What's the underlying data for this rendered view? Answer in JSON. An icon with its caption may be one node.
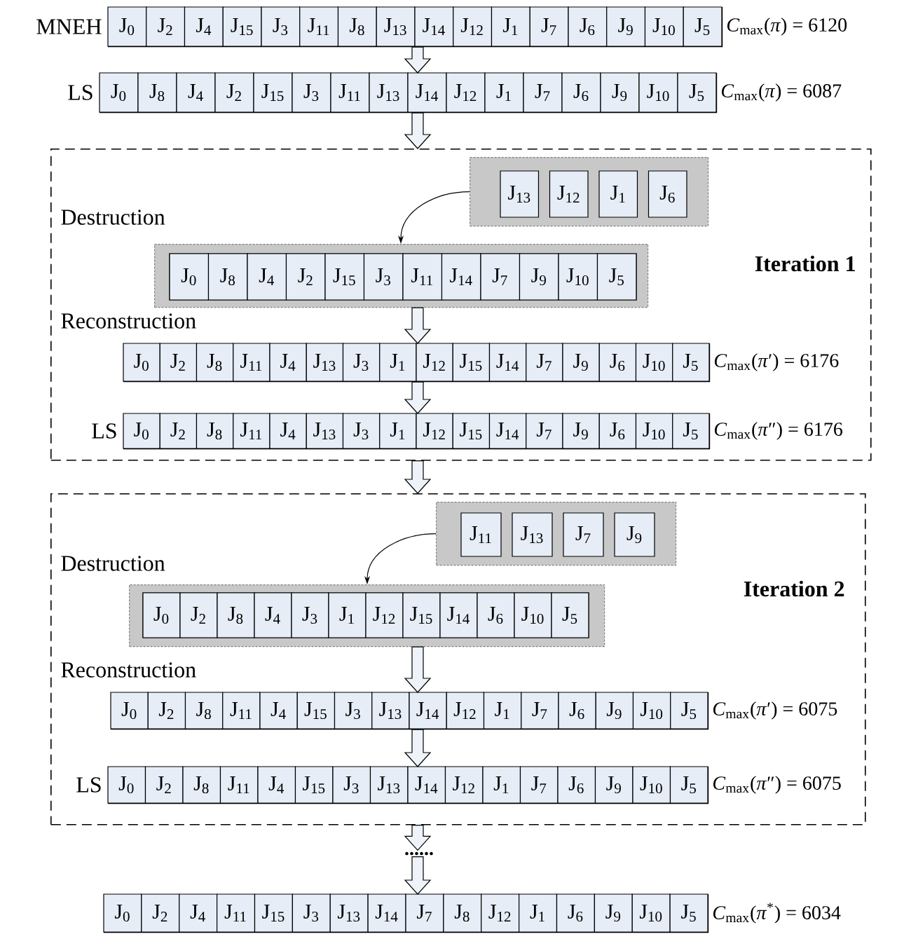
{
  "diagram": {
    "nodes": [
      {
        "text": [
          "J$_{0}$",
          "J$_{2}$",
          "J$_{4}$",
          "J$_{15}$",
          "J$_{3}$",
          "J$_{11}$",
          "J$_{8}$",
          "J$_{13}$",
          "J$_{14}$",
          "J$_{12}$",
          "J$_{1}$",
          "J$_{7}$",
          "J$_{6}$",
          "J$_{9}$",
          "J$_{10}$",
          "J$_{5}$"
        ],
        "beside": [
          "MNEH",
          "*C*$_{max}$(*π*) = 6120"
        ]
      },
      {
        "text": [
          "J$_{0}$",
          "J$_{8}$",
          "J$_{4}$",
          "J$_{2}$",
          "J$_{15}$",
          "J$_{3}$",
          "J$_{11}$",
          "J$_{13}$",
          "J$_{14}$",
          "J$_{12}$",
          "J$_{1}$",
          "J$_{7}$",
          "J$_{6}$",
          "J$_{9}$",
          "J$_{10}$",
          "J$_{5}$"
        ],
        "beside": [
          "LS",
          "*C*$_{max}$(*π*) = 6087"
        ]
      },
      {
        "text": [
          "Iteration 1"
        ]
      },
      {
        "text": [
          "J$_{13}$",
          "J$_{12}$",
          "J$_{1}$",
          "J$_{6}$"
        ],
        "in": 2
      },
      {
        "text": [
          "J$_{0}$",
          "J$_{8}$",
          "J$_{4}$",
          "J$_{2}$",
          "J$_{15}$",
          "J$_{3}$",
          "J$_{11}$",
          "J$_{14}$",
          "J$_{7}$",
          "J$_{9}$",
          "J$_{10}$",
          "J$_{5}$"
        ],
        "in": 2
      },
      {
        "text": [
          "J$_{0}$",
          "J$_{2}$",
          "J$_{8}$",
          "J$_{11}$",
          "J$_{4}$",
          "J$_{13}$",
          "J$_{3}$",
          "J$_{1}$",
          "J$_{12}$",
          "J$_{15}$",
          "J$_{14}$",
          "J$_{7}$",
          "J$_{9}$",
          "J$_{6}$",
          "J$_{10}$",
          "J$_{5}$"
        ],
        "in": 2,
        "beside": [
          "*C*$_{max}$(*π*′) = 6176"
        ]
      },
      {
        "text": [
          "J$_{0}$",
          "J$_{2}$",
          "J$_{8}$",
          "J$_{11}$",
          "J$_{4}$",
          "J$_{13}$",
          "J$_{3}$",
          "J$_{1}$",
          "J$_{12}$",
          "J$_{15}$",
          "J$_{14}$",
          "J$_{7}$",
          "J$_{9}$",
          "J$_{6}$",
          "J$_{10}$",
          "J$_{5}$"
        ],
        "in": 2,
        "beside": [
          "LS",
          "*C*$_{max}$(*π*″) = 6176"
        ]
      },
      {
        "text": [
          "Iteration 2"
        ]
      },
      {
        "text": [
          "J$_{11}$",
          "J$_{13}$",
          "J$_{7}$",
          "J$_{9}$"
        ],
        "in": 7
      },
      {
        "text": [
          "J$_{0}$",
          "J$_{2}$",
          "J$_{8}$",
          "J$_{4}$",
          "J$_{3}$",
          "J$_{1}$",
          "J$_{12}$",
          "J$_{15}$",
          "J$_{14}$",
          "J$_{6}$",
          "J$_{10}$",
          "J$_{5}$"
        ],
        "in": 7
      },
      {
        "text": [
          "J$_{0}$",
          "J$_{2}$",
          "J$_{8}$",
          "J$_{11}$",
          "J$_{4}$",
          "J$_{15}$",
          "J$_{3}$",
          "J$_{13}$",
          "J$_{14}$",
          "J$_{12}$",
          "J$_{1}$",
          "J$_{7}$",
          "J$_{6}$",
          "J$_{9}$",
          "J$_{10}$",
          "J$_{5}$"
        ],
        "in": 7,
        "beside": [
          "*C*$_{max}$(*π*′) = 6075"
        ]
      },
      {
        "text": [
          "J$_{0}$",
          "J$_{2}$",
          "J$_{8}$",
          "J$_{11}$",
          "J$_{4}$",
          "J$_{15}$",
          "J$_{3}$",
          "J$_{13}$",
          "J$_{14}$",
          "J$_{12}$",
          "J$_{1}$",
          "J$_{7}$",
          "J$_{6}$",
          "J$_{9}$",
          "J$_{10}$",
          "J$_{5}$"
        ],
        "in": 7,
        "beside": [
          "LS",
          "*C*$_{max}$(*π*″) = 6075"
        ]
      },
      {
        "text": [
          "......"
        ]
      },
      {
        "text": [
          "J$_{0}$",
          "J$_{2}$",
          "J$_{4}$",
          "J$_{11}$",
          "J$_{15}$",
          "J$_{3}$",
          "J$_{13}$",
          "J$_{14}$",
          "J$_{7}$",
          "J$_{8}$",
          "J$_{12}$",
          "J$_{1}$",
          "J$_{6}$",
          "J$_{9}$",
          "J$_{10}$",
          "J$_{5}$"
        ],
        "beside": [
          "*C*$_{max}$(*π*$^{*}$) = 6034"
        ]
      }
    ],
    "edges": [
      {
        "from": 0,
        "to": 1,
        "arrow": "to"
      },
      {
        "from": 1,
        "to": 2,
        "arrow": "to"
      },
      {
        "from": 3,
        "to": 4,
        "arrow": "to"
      },
      {
        "from": 4,
        "to": 5,
        "arrow": "to"
      },
      {
        "from": 5,
        "to": 6,
        "arrow": "to"
      },
      {
        "from": 2,
        "to": 7,
        "arrow": "to"
      },
      {
        "from": 8,
        "to": 9,
        "arrow": "to"
      },
      {
        "from": 9,
        "to": 10,
        "arrow": "to"
      },
      {
        "from": 10,
        "to": 11,
        "arrow": "to"
      },
      {
        "from": 7,
        "to": 12,
        "arrow": "to"
      },
      {
        "from": 12,
        "to": 13,
        "arrow": "to"
      }
    ],
    "labels": [
      "Destruction",
      "Reconstruction",
      "Destruction",
      "Reconstruction"
    ]
  }
}
